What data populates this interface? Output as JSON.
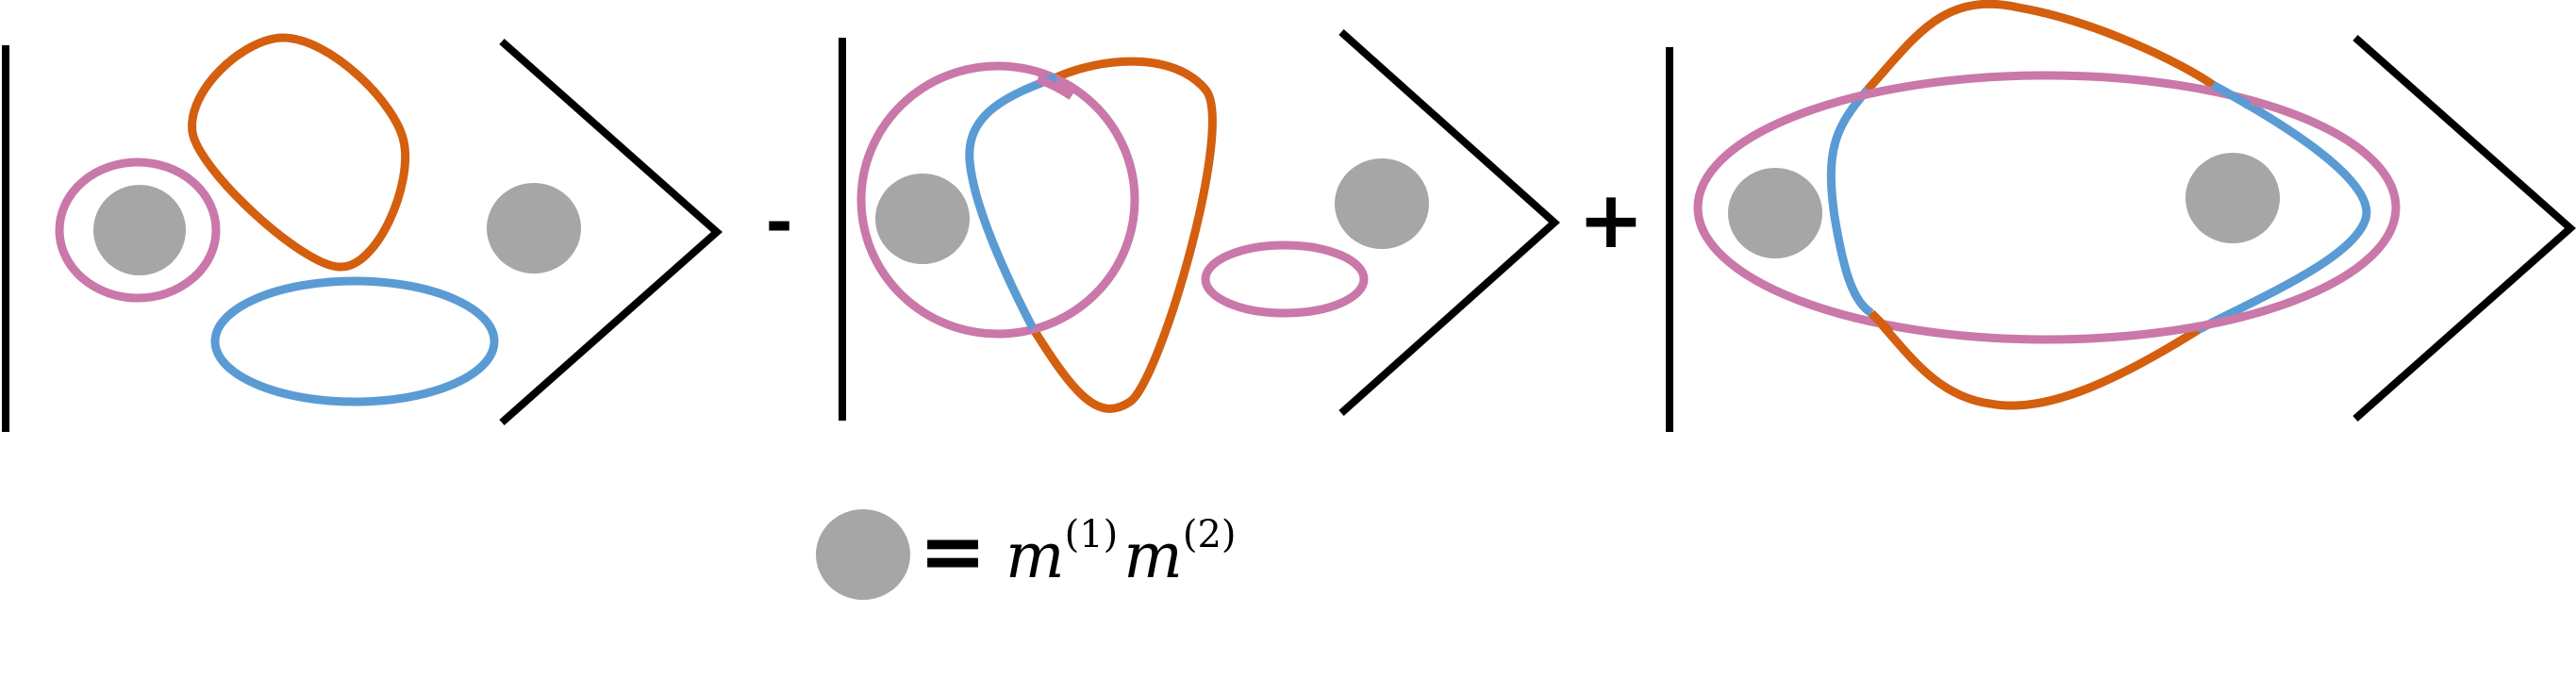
{
  "operators": {
    "minus": "-",
    "plus": "+",
    "equals": "="
  },
  "legend": {
    "var": "m",
    "sup1": "(1)",
    "sup2": "(2)"
  },
  "colors": {
    "orange": "#d35f0f",
    "blue": "#5a9bd4",
    "pink": "#c978a9",
    "dot": "#a6a6a6",
    "bracket": "#000000"
  }
}
